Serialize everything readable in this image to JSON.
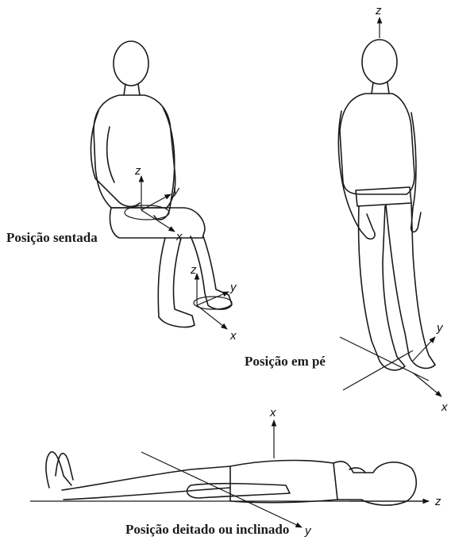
{
  "labels": {
    "seated": "Posição sentada",
    "standing": "Posição em pé",
    "lying": "Posição deitado ou inclinado"
  },
  "axes": {
    "seated_hip": {
      "z": "z",
      "y": "y",
      "x": "x"
    },
    "seated_feet": {
      "z": "z",
      "y": "y",
      "x": "x"
    },
    "standing": {
      "z": "z",
      "y": "y",
      "x": "x"
    },
    "lying": {
      "x": "x",
      "y": "y",
      "z": "z"
    }
  }
}
